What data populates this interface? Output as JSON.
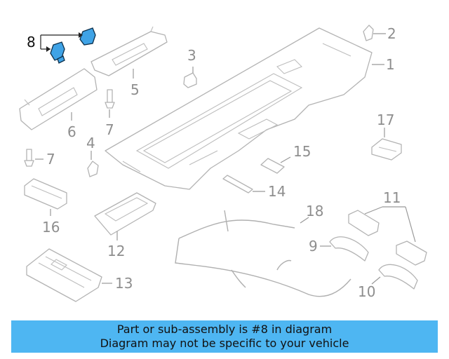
{
  "diagram": {
    "callouts": {
      "c1": "1",
      "c2": "2",
      "c3": "3",
      "c4": "4",
      "c5": "5",
      "c6": "6",
      "c7a": "7",
      "c7b": "7",
      "c8": "8",
      "c9": "9",
      "c10": "10",
      "c11": "11",
      "c12": "12",
      "c13": "13",
      "c14": "14",
      "c15": "15",
      "c16": "16",
      "c17": "17",
      "c18": "18"
    },
    "highlighted_part": "8",
    "highlight_color": "#3fa3e6"
  },
  "banner": {
    "line1": "Part or sub-assembly is #8 in diagram",
    "line2": "Diagram may not be specific to your vehicle",
    "background": "#4eb6f2"
  }
}
